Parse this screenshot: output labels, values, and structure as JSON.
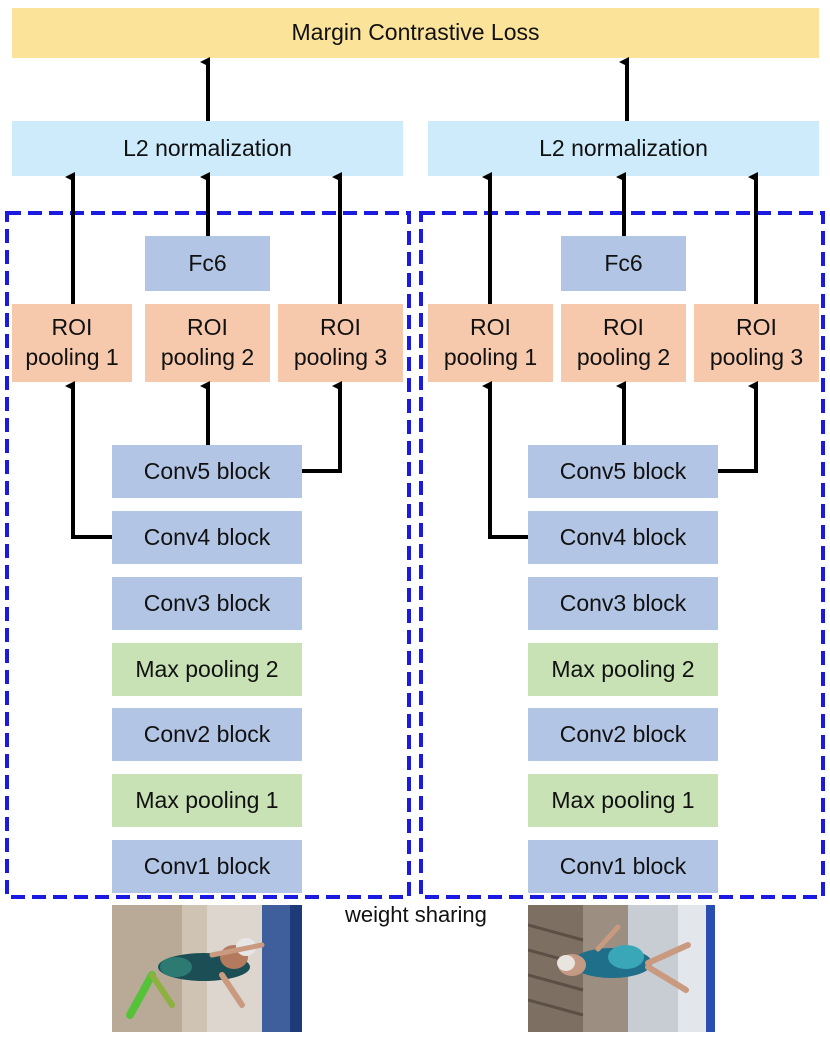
{
  "loss_label": "Margin Contrastive Loss",
  "caption": "weight sharing",
  "branches": [
    {
      "l2_label": "L2 normalization",
      "fc_label": "Fc6",
      "roi": [
        {
          "line1": "ROI",
          "line2": "pooling 1"
        },
        {
          "line1": "ROI",
          "line2": "pooling 2"
        },
        {
          "line1": "ROI",
          "line2": "pooling 3"
        }
      ],
      "layers": [
        "Conv5 block",
        "Conv4 block",
        "Conv3 block",
        "Max pooling 2",
        "Conv2 block",
        "Max pooling 1",
        "Conv1 block"
      ]
    },
    {
      "l2_label": "L2 normalization",
      "fc_label": "Fc6",
      "roi": [
        {
          "line1": "ROI",
          "line2": "pooling 1"
        },
        {
          "line1": "ROI",
          "line2": "pooling 2"
        },
        {
          "line1": "ROI",
          "line2": "pooling 3"
        }
      ],
      "layers": [
        "Conv5 block",
        "Conv4 block",
        "Conv3 block",
        "Max pooling 2",
        "Conv2 block",
        "Max pooling 1",
        "Conv1 block"
      ]
    }
  ],
  "colors": {
    "loss": "#fbe39a",
    "l2": "#cdebfa",
    "conv": "#b3c5e5",
    "pool": "#c8e2b6",
    "roi": "#f6c9ad",
    "dashed_border": "#1a1ae0",
    "arrow": "#000000"
  }
}
